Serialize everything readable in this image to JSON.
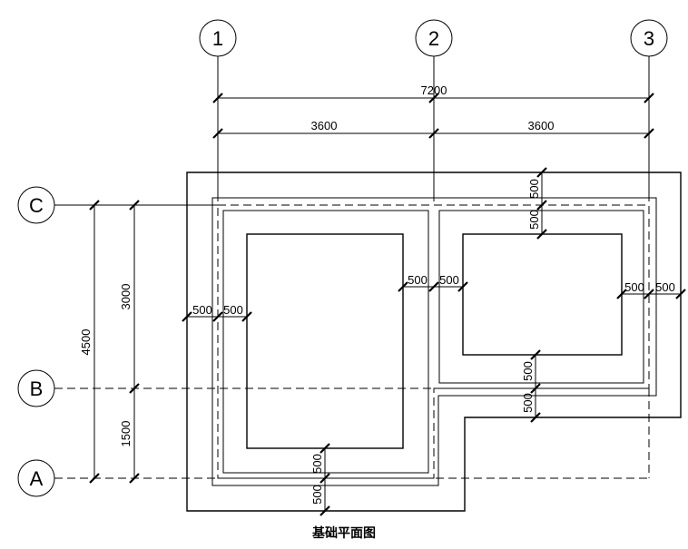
{
  "title": "基础平面图",
  "axes": {
    "columns": [
      "1",
      "2",
      "3"
    ],
    "rows": [
      "C",
      "B",
      "A"
    ]
  },
  "dimensions": {
    "overall_width": "7200",
    "bay_1_2": "3600",
    "bay_2_3": "3600",
    "overall_depth": "4500",
    "span_C_B": "3000",
    "span_B_A": "1500",
    "footing_left_outer": "500",
    "footing_left_inner": "500",
    "footing_mid_left": "500",
    "footing_mid_right": "500",
    "footing_right_inner": "500",
    "footing_right_outer": "500",
    "footing_top_outer": "500",
    "footing_top_inner": "500",
    "footing_B_upper": "500",
    "footing_B_lower": "500",
    "footing_bottom_inner": "500",
    "footing_bottom_outer": "500"
  }
}
